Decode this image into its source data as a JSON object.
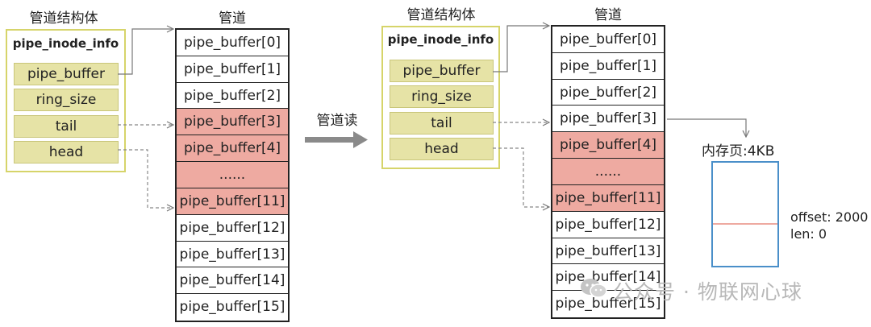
{
  "left": {
    "struct_header": "管道结构体",
    "pipe_header": "管道",
    "struct_name": "pipe_inode_info",
    "fields": [
      "pipe_buffer",
      "ring_size",
      "tail",
      "head"
    ],
    "buffers": [
      {
        "label": "pipe_buffer[0]",
        "highlighted": false
      },
      {
        "label": "pipe_buffer[1]",
        "highlighted": false
      },
      {
        "label": "pipe_buffer[2]",
        "highlighted": false
      },
      {
        "label": "pipe_buffer[3]",
        "highlighted": true
      },
      {
        "label": "pipe_buffer[4]",
        "highlighted": true
      },
      {
        "label": "......",
        "highlighted": true
      },
      {
        "label": "pipe_buffer[11]",
        "highlighted": true
      },
      {
        "label": "pipe_buffer[12]",
        "highlighted": false
      },
      {
        "label": "pipe_buffer[13]",
        "highlighted": false
      },
      {
        "label": "pipe_buffer[14]",
        "highlighted": false
      },
      {
        "label": "pipe_buffer[15]",
        "highlighted": false
      }
    ]
  },
  "operation_label": "管道读",
  "right": {
    "struct_header": "管道结构体",
    "pipe_header": "管道",
    "struct_name": "pipe_inode_info",
    "fields": [
      "pipe_buffer",
      "ring_size",
      "tail",
      "head"
    ],
    "buffers": [
      {
        "label": "pipe_buffer[0]",
        "highlighted": false
      },
      {
        "label": "pipe_buffer[1]",
        "highlighted": false
      },
      {
        "label": "pipe_buffer[2]",
        "highlighted": false
      },
      {
        "label": "pipe_buffer[3]",
        "highlighted": false
      },
      {
        "label": "pipe_buffer[4]",
        "highlighted": true
      },
      {
        "label": "......",
        "highlighted": true
      },
      {
        "label": "pipe_buffer[11]",
        "highlighted": true
      },
      {
        "label": "pipe_buffer[12]",
        "highlighted": false
      },
      {
        "label": "pipe_buffer[13]",
        "highlighted": false
      },
      {
        "label": "pipe_buffer[14]",
        "highlighted": false
      },
      {
        "label": "pipe_buffer[15]",
        "highlighted": false
      }
    ]
  },
  "memory_page": {
    "title": "内存页:4KB",
    "offset_label": "offset: 2000",
    "len_label": "len: 0"
  },
  "watermark": "公众号 · 物联网心球",
  "colors": {
    "highlight": "#eeaaa1",
    "field_fill": "#e6e3a6",
    "struct_border": "#d6d46a",
    "memory_border": "#4a8fc9",
    "memory_line": "#eeaaa1"
  }
}
